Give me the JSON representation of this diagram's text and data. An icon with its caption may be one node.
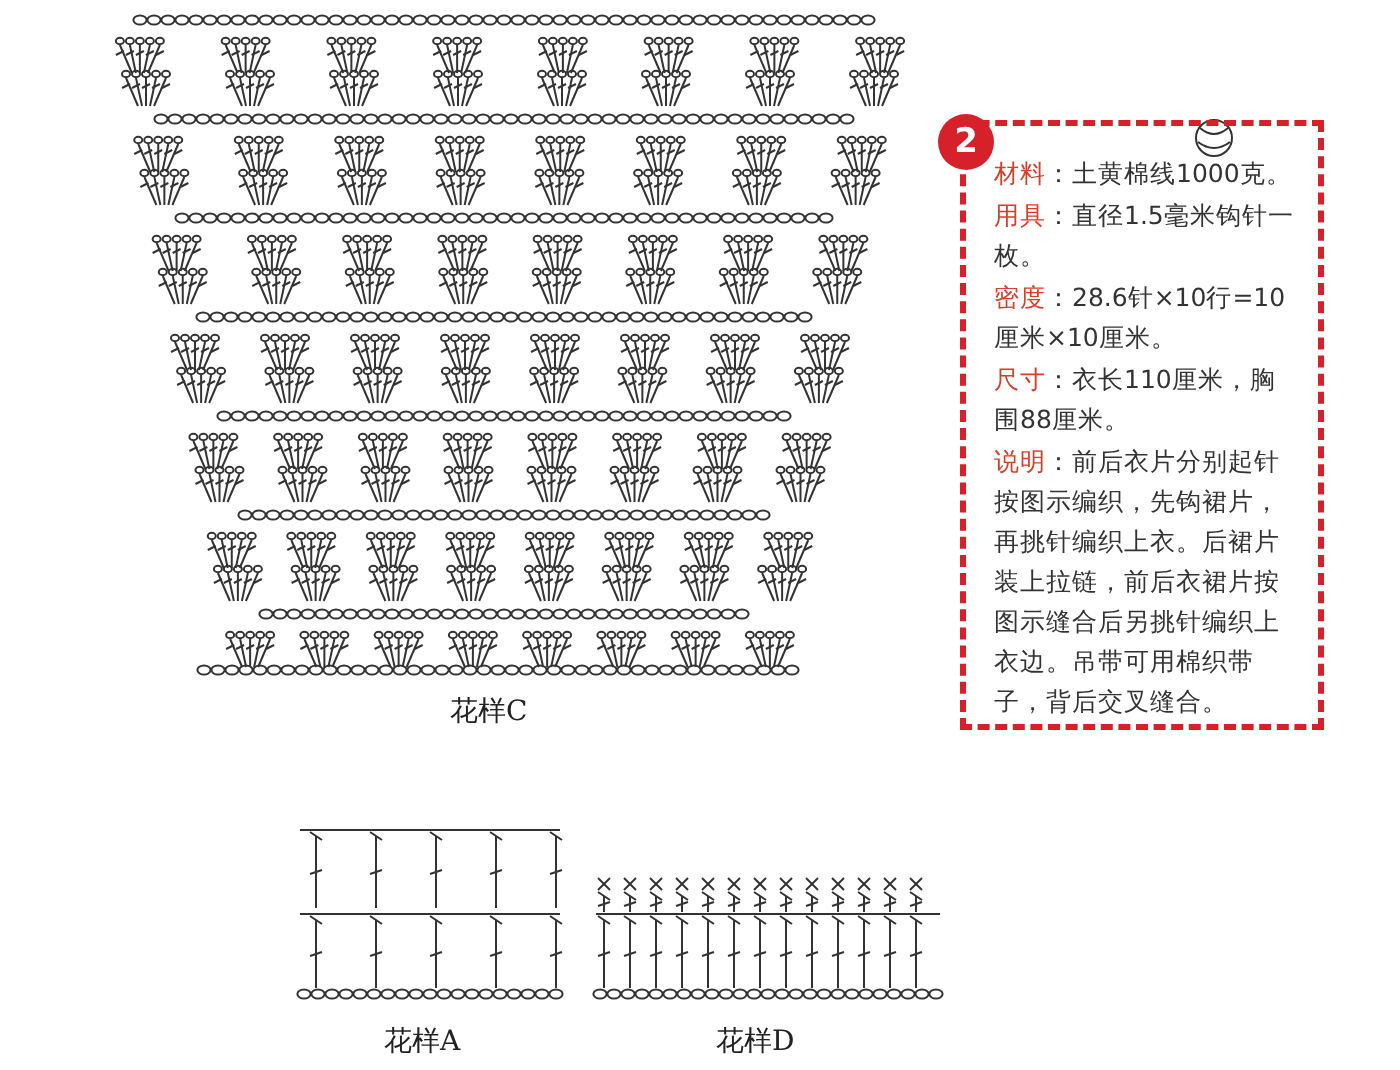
{
  "diagram": {
    "nodes": [
      {
        "text": [
          "**材料**：土黄棉线1000克。",
          "**用具**：直径1.5毫米钩针一枚。",
          "**密度**：28.6针×10行=10厘米×10厘米。",
          "**尺寸**：衣长110厘米，胸围88厘米。",
          "**说明**：前后衣片分别起针按图示编织，先钩裙片，再挑针编织上衣。后裙片装上拉链，前后衣裙片按图示缝合后另挑针编织上衣边。吊带可用棉织带子，背后交叉缝合。"
        ]
      },
      {
        "text": [
          "2"
        ]
      }
    ],
    "labels": [
      "花样C",
      "花样A",
      "花样D"
    ]
  }
}
